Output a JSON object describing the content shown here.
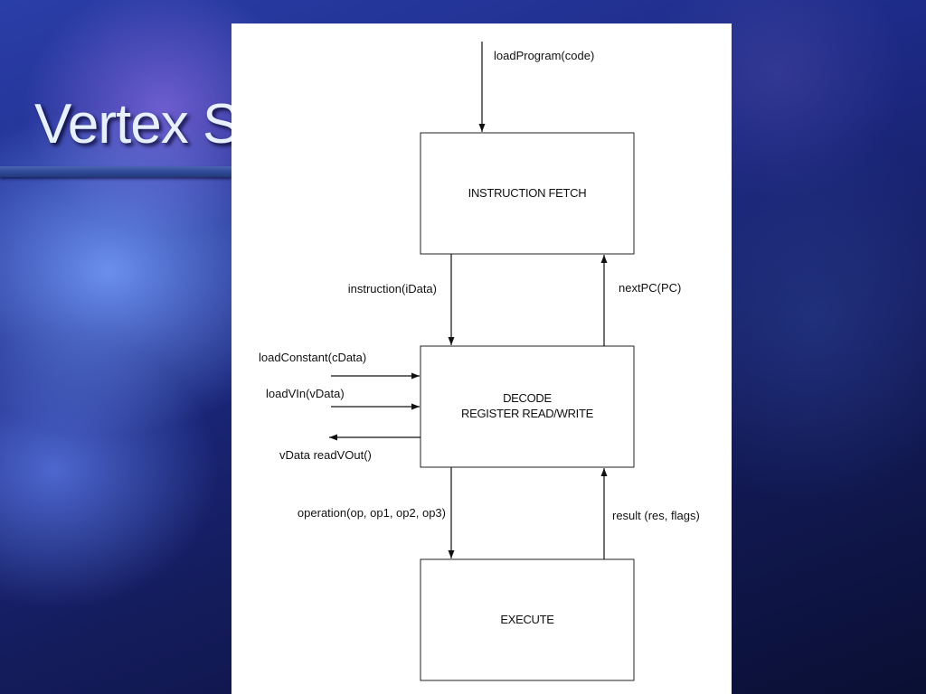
{
  "slide": {
    "title": "Vertex S"
  },
  "diagram": {
    "boxes": {
      "fetch": "INSTRUCTION FETCH",
      "decode_line1": "DECODE",
      "decode_line2": "REGISTER READ/WRITE",
      "execute": "EXECUTE"
    },
    "arrows": {
      "load_program": "loadProgram(code)",
      "instruction": "instruction(iData)",
      "next_pc": "nextPC(PC)",
      "load_constant": "loadConstant(cData)",
      "load_vin": "loadVIn(vData)",
      "read_vout": "vData readVOut()",
      "operation": "operation(op, op1, op2, op3)",
      "result": "result (res, flags)"
    }
  }
}
